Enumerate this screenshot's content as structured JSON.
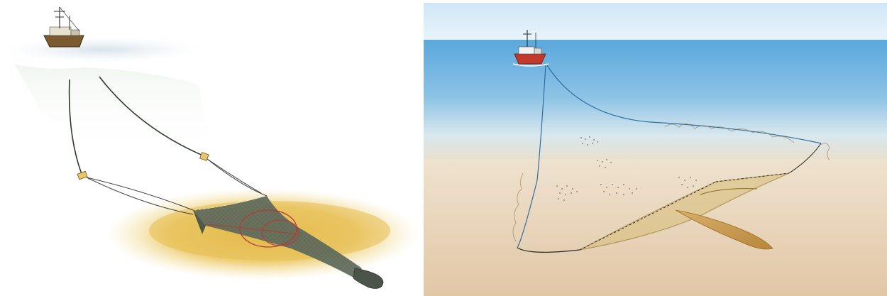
{
  "figure": {
    "panels": [
      {
        "id": "left",
        "depicts": "bottom-trawl",
        "colors": {
          "sea_surface": "#dfe8ee",
          "seabed_sand": "#e8c65a",
          "net": "#5f6a5c",
          "net_rope": "#b23a3a",
          "hull": "#7a5a2e"
        }
      },
      {
        "id": "right",
        "depicts": "danish-seine",
        "colors": {
          "sky": "#dceefa",
          "sea": "#5aa8dc",
          "seabed": "#e8d2b4",
          "hull": "#c0392b",
          "net": "#c79a4a",
          "rope": "#2a2a2a"
        }
      }
    ]
  }
}
